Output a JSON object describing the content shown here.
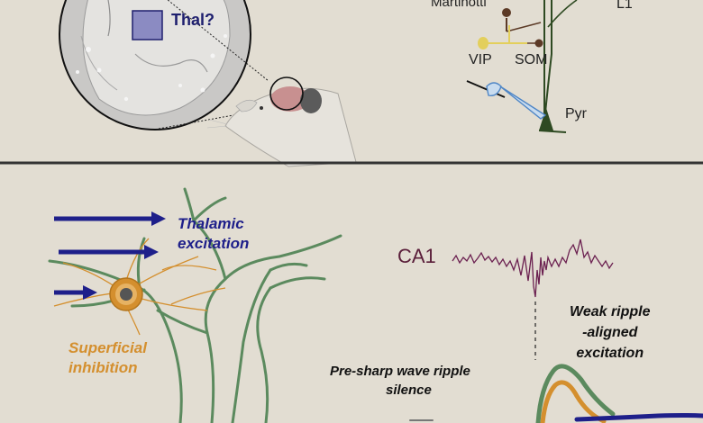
{
  "top_panel": {
    "thalamus_label": "Thal?",
    "cell_labels": {
      "martinotti": "Martinotti",
      "layer": "L1",
      "vip": "VIP",
      "som": "SOM",
      "pyramidal": "Pyr"
    }
  },
  "bottom_panel": {
    "thalamic_excitation": [
      "Thalamic",
      "excitation"
    ],
    "superficial_inhibition": [
      "Superficial",
      "inhibition"
    ],
    "ca1_label": "CA1",
    "weak_ripple": [
      "Weak ripple",
      "-aligned",
      "excitation"
    ],
    "pre_sharp_wave": [
      "Pre-sharp wave ripple",
      "silence"
    ]
  },
  "colors": {
    "background": "#e2ddd2",
    "divider": "#333333",
    "thalamic_arrow": "#1e1f8a",
    "dendrite_green": "#5b8a5e",
    "inhibition_orange": "#d48f2e",
    "ca1_trace": "#6b2050",
    "vip_yellow": "#e3cf5c",
    "som_brown": "#5c3a26",
    "pyramidal_dark_green": "#2e4a22"
  }
}
